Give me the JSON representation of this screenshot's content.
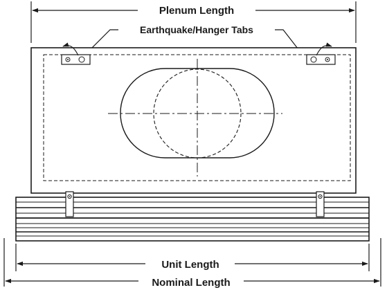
{
  "labels": {
    "plenum_length": "Plenum Length",
    "tabs": "Earthquake/Hanger Tabs",
    "unit_length": "Unit Length",
    "nominal_length": "Nominal Length"
  },
  "colors": {
    "ink": "#1a1a1a",
    "paper": "#ffffff"
  }
}
